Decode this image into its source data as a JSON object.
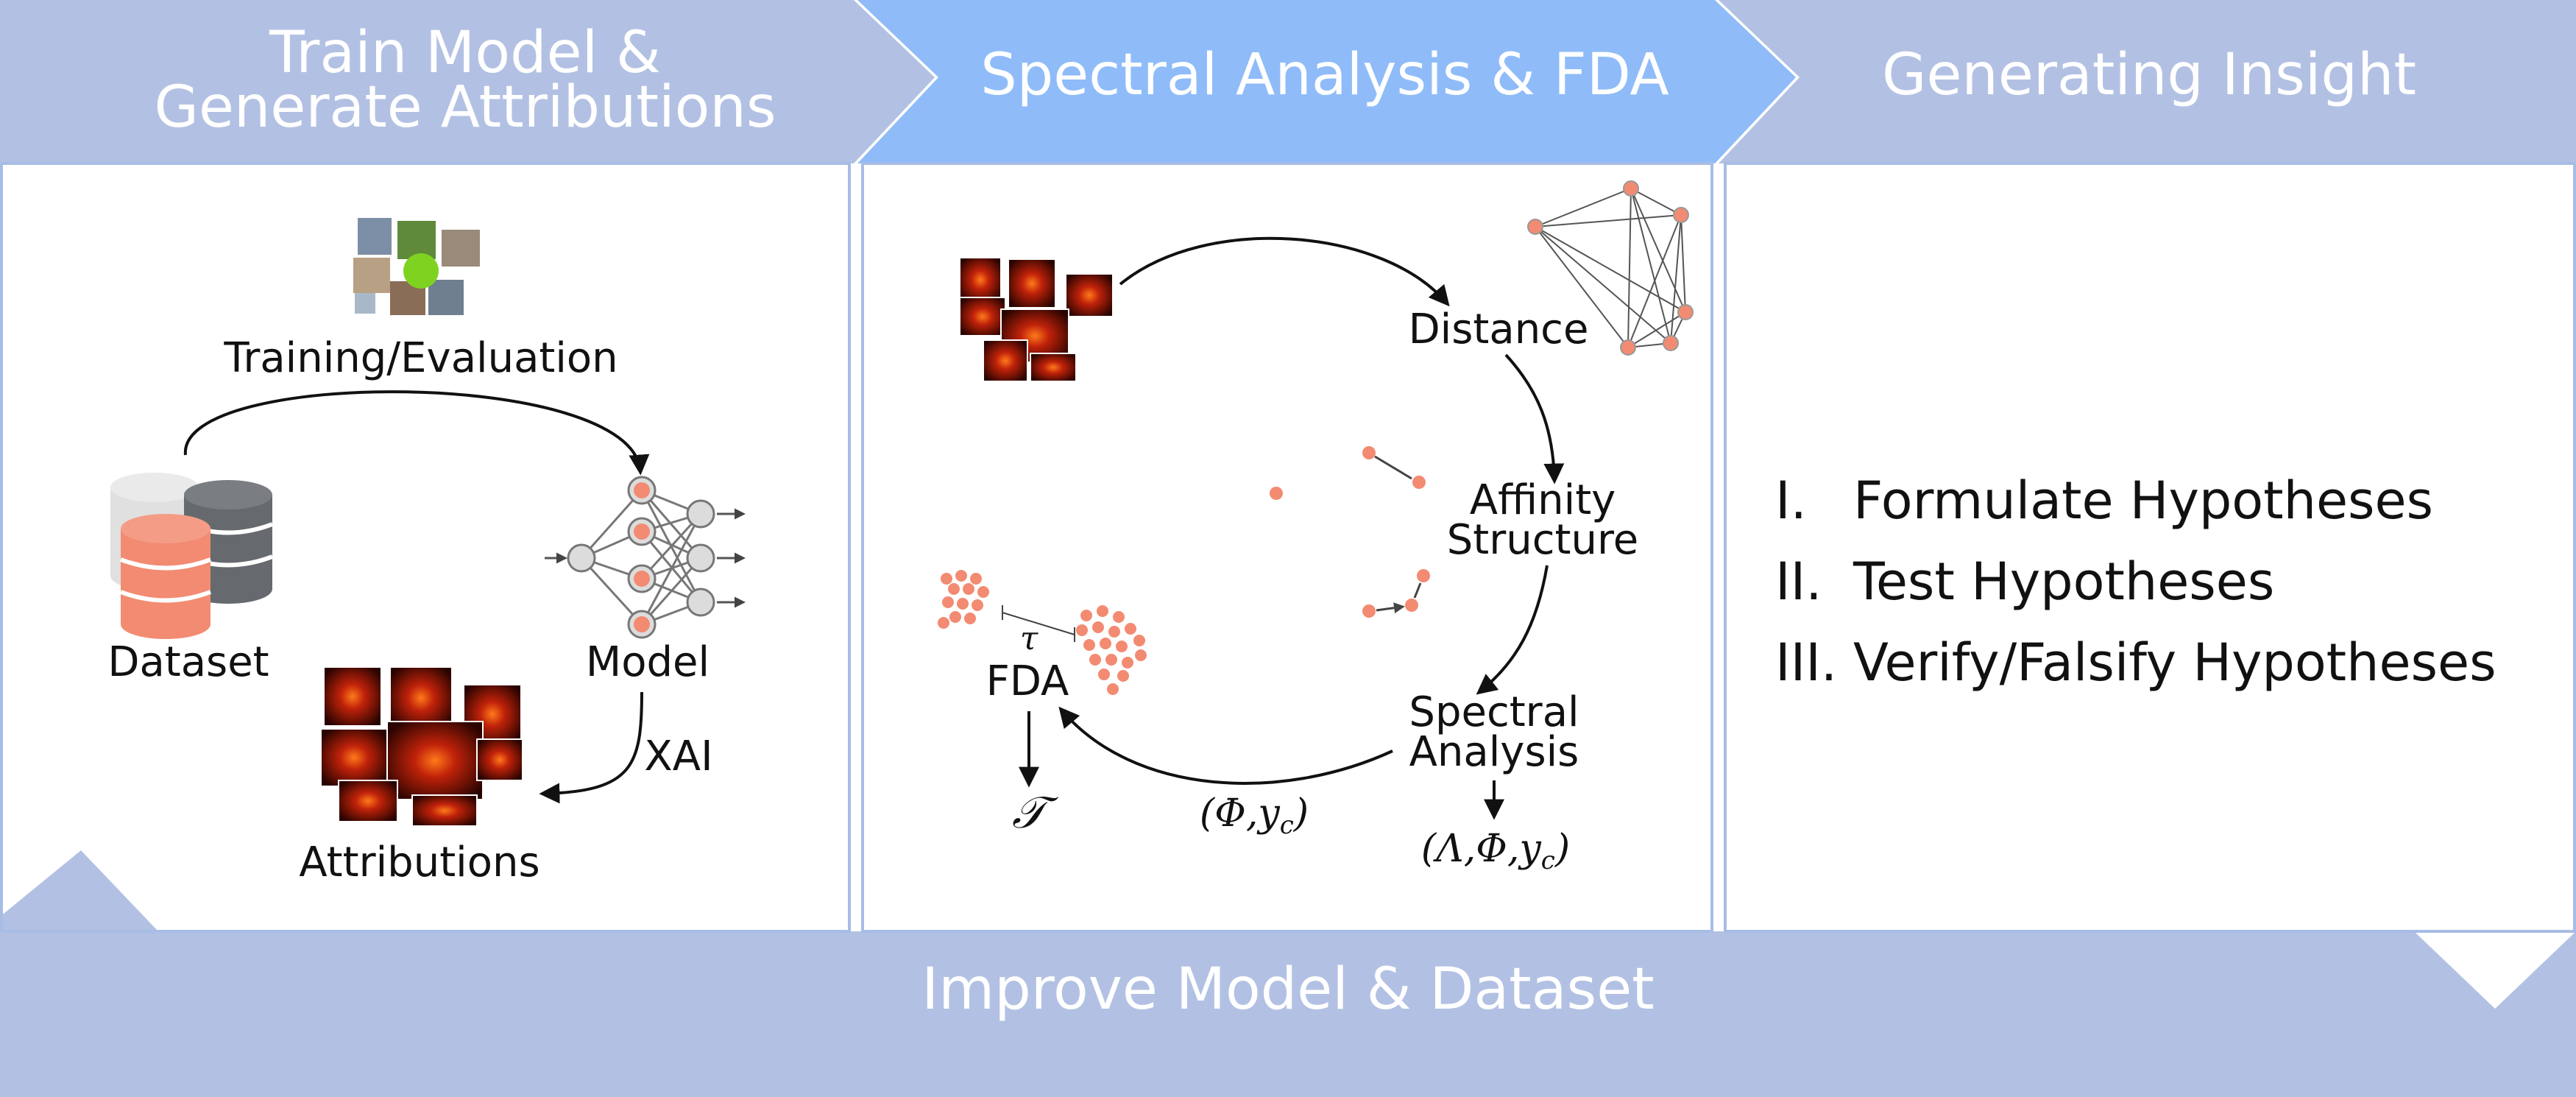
{
  "colors": {
    "band": "#b2c1e3",
    "band_active": "#8fbcf8",
    "panel_border": "#a7bde6",
    "accent": "#f28b72",
    "node_gray": "#dcdcdc",
    "db_dark": "#666a6e",
    "db_light": "#e0e0e0"
  },
  "headers": {
    "stage1_line1": "Train Model &",
    "stage1_line2": "Generate Attributions",
    "stage2": "Spectral Analysis & FDA",
    "stage3": "Generating Insight",
    "bottom": "Improve Model & Dataset"
  },
  "panel1": {
    "training_label": "Training/Evaluation",
    "dataset_label": "Dataset",
    "model_label": "Model",
    "xai_label": "XAI",
    "attributions_label": "Attributions",
    "icons": [
      "image-collage-icon",
      "database-icon",
      "neural-network-icon",
      "heatmap-collage-icon"
    ]
  },
  "panel2": {
    "distance_label": "Distance",
    "affinity_line1": "Affinity",
    "affinity_line2": "Structure",
    "spectral_line1": "Spectral",
    "spectral_line2": "Analysis",
    "fda_label": "FDA",
    "tau_small": "τ",
    "tau_out": "𝒯",
    "phi_y": "(Φ,y",
    "phi_y_sub": "c",
    "phi_y_close": ")",
    "lambda_phi_y": "(Λ,Φ,y",
    "lambda_sub": "c",
    "lambda_close": ")"
  },
  "panel3": {
    "steps": [
      {
        "numeral": "I.",
        "text": "Formulate Hypotheses"
      },
      {
        "numeral": "II.",
        "text": "Test Hypotheses"
      },
      {
        "numeral": "III.",
        "text": "Verify/Falsify Hypotheses"
      }
    ]
  }
}
